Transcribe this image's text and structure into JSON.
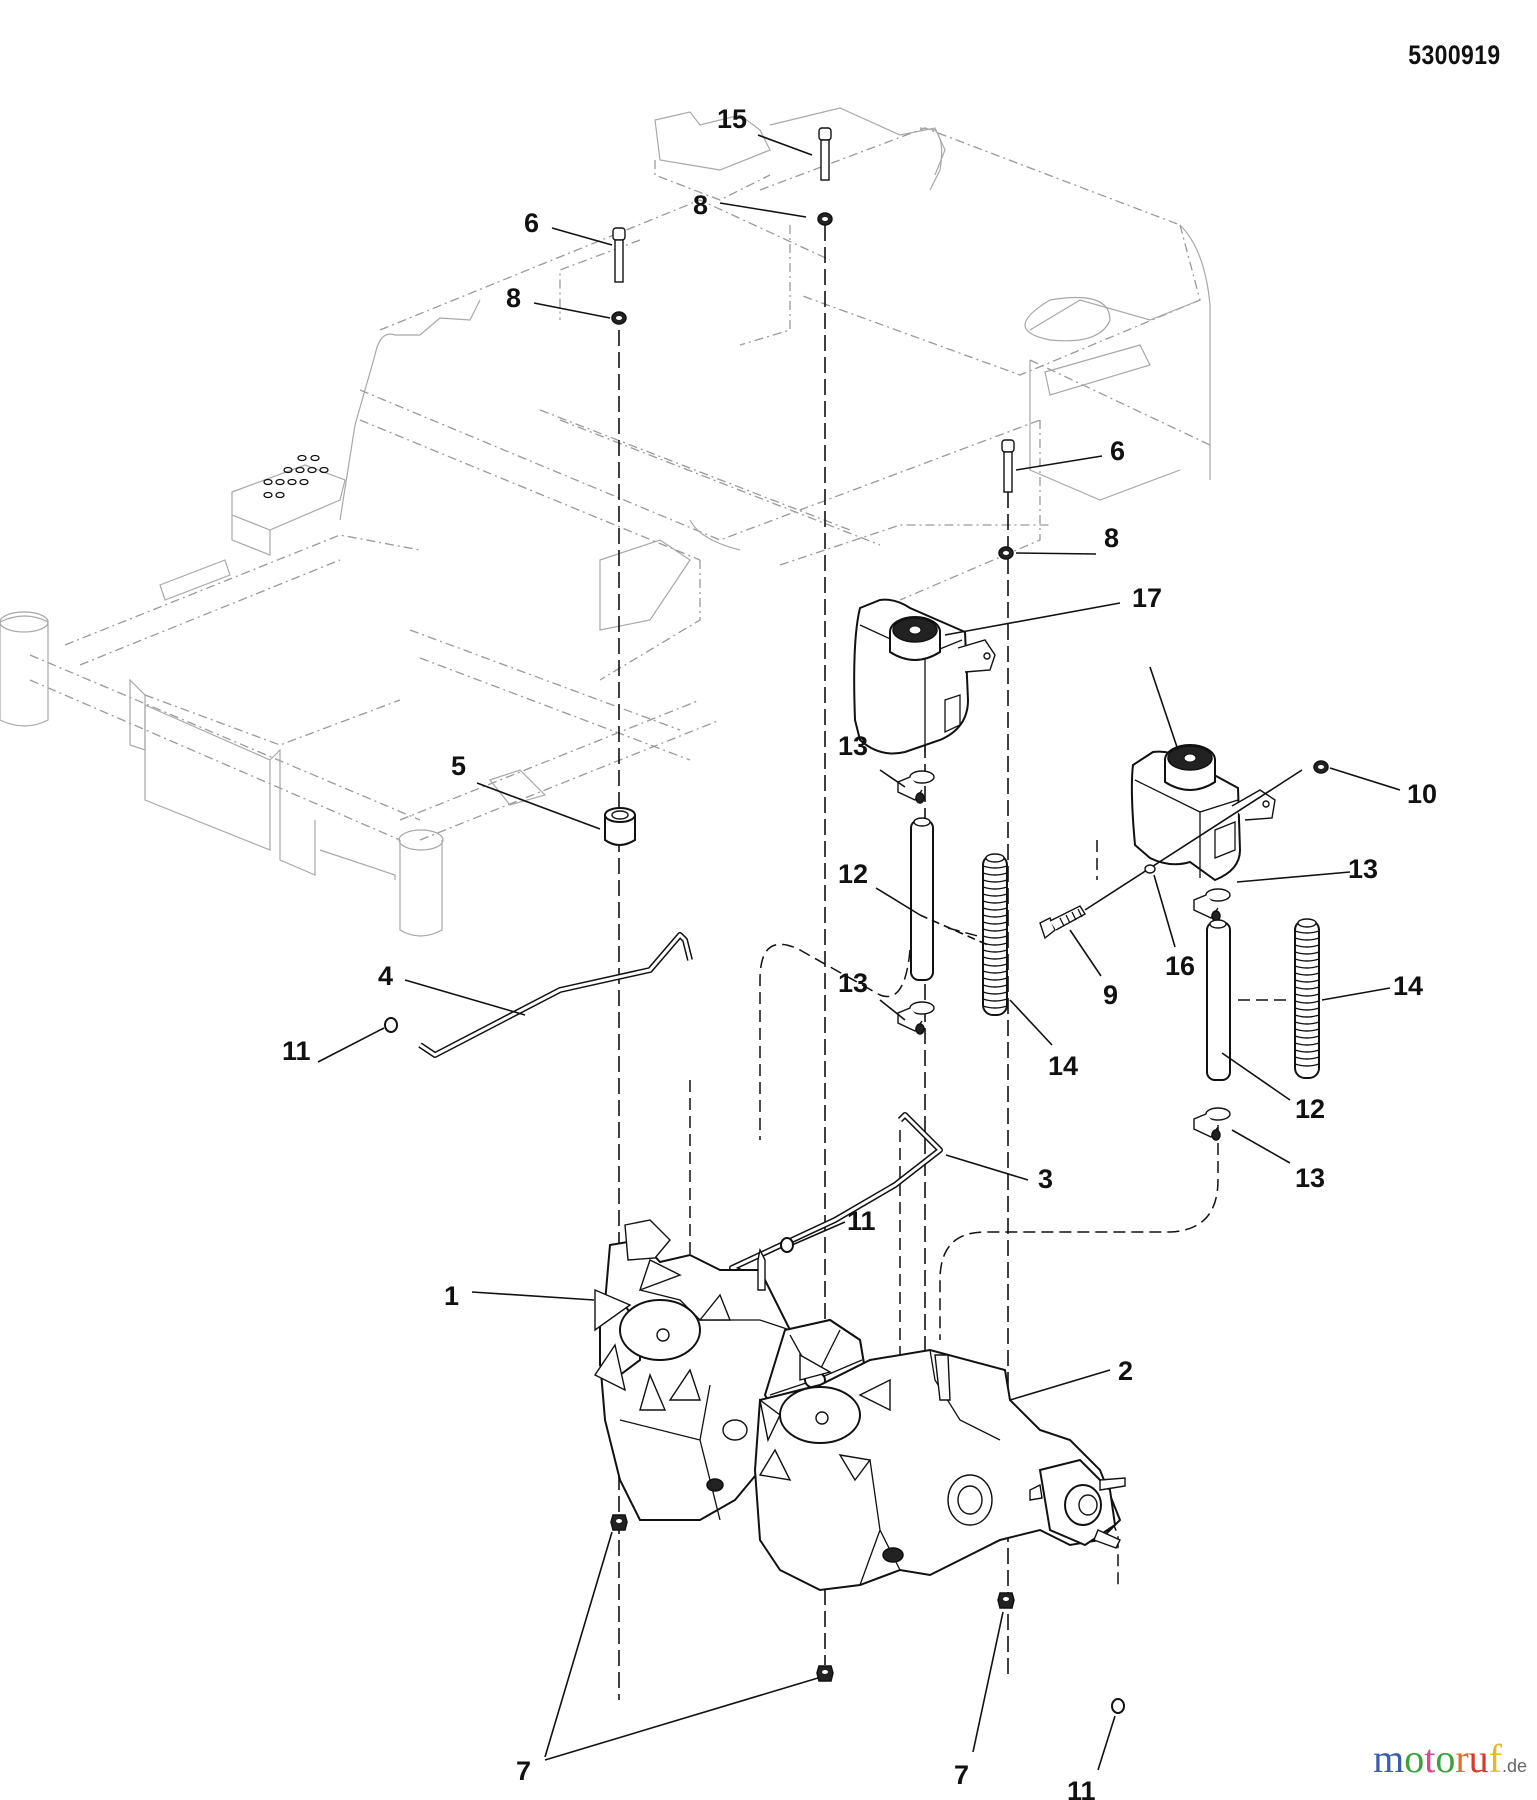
{
  "document": {
    "diagram_id": "5300919",
    "type": "exploded parts diagram",
    "subject": "Frame, hydrostatic transaxles and oil reservoir assembly"
  },
  "callouts": {
    "c15": "15",
    "c8_top": "8",
    "c6_left": "6",
    "c8_left": "8",
    "c6_right": "6",
    "c8_right": "8",
    "c17": "17",
    "c5": "5",
    "c13_a": "13",
    "c12_a": "12",
    "c13_b": "13",
    "c14_a": "14",
    "c4": "4",
    "c11_a": "11",
    "c10": "10",
    "c13_c": "13",
    "c16": "16",
    "c9": "9",
    "c14_b": "14",
    "c12_b": "12",
    "c13_d": "13",
    "c3": "3",
    "c11_b": "11",
    "c1": "1",
    "c2": "2",
    "c7_a": "7",
    "c7_b": "7",
    "c11_c": "11"
  },
  "watermark": {
    "letters": [
      {
        "ch": "m",
        "color": "#3a5fb0"
      },
      {
        "ch": "o",
        "color": "#3aa23a"
      },
      {
        "ch": "t",
        "color": "#d9478f"
      },
      {
        "ch": "o",
        "color": "#3aa23a"
      },
      {
        "ch": "r",
        "color": "#e0702a"
      },
      {
        "ch": "u",
        "color": "#d63a2a"
      },
      {
        "ch": "f",
        "color": "#e8b820"
      }
    ],
    "suffix": ".de"
  }
}
